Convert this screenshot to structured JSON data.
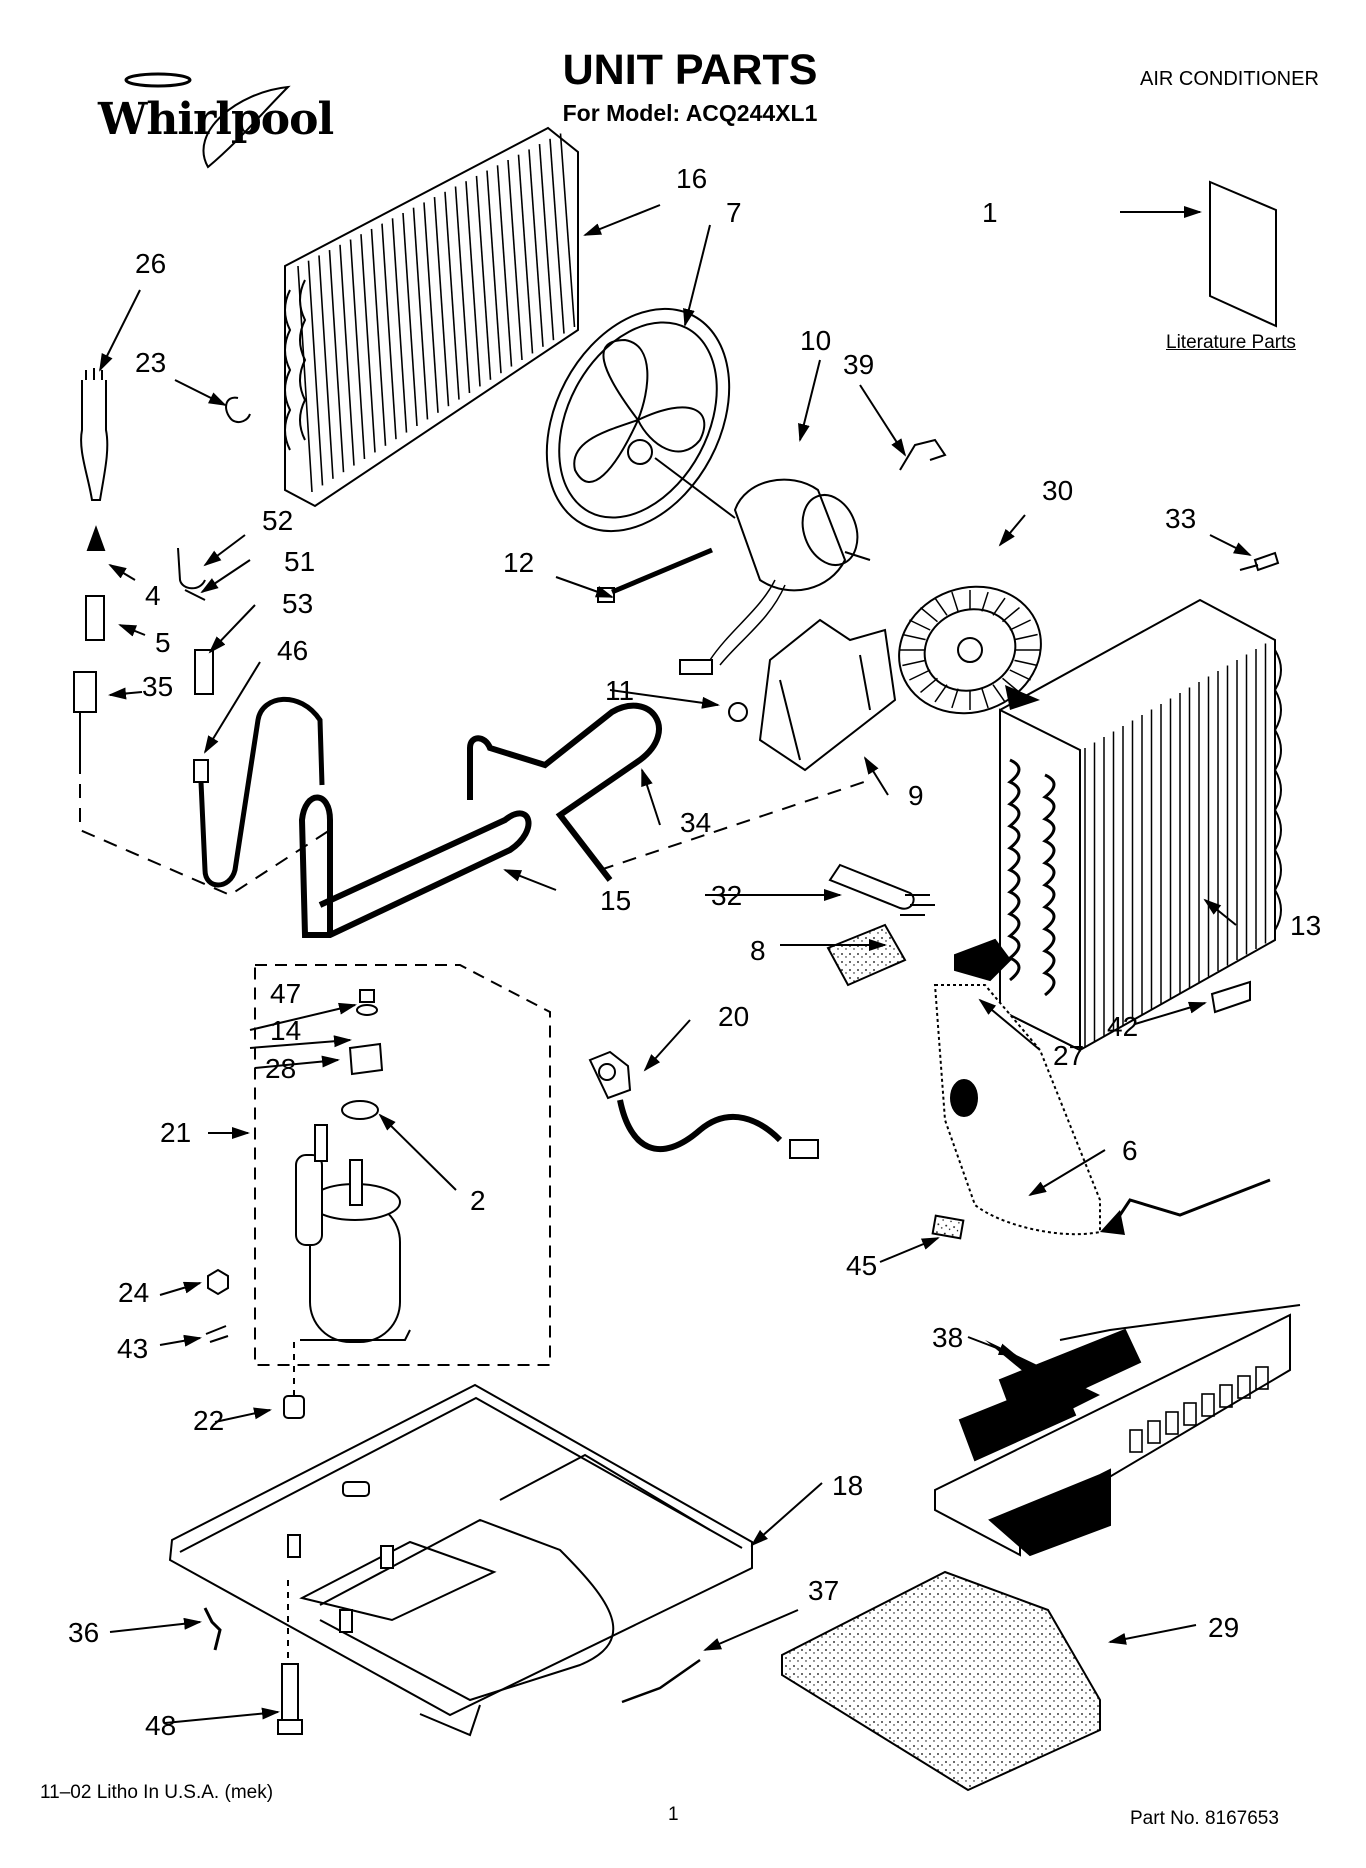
{
  "header": {
    "brand": "Whirlpool",
    "title": "UNIT PARTS",
    "model_line": "For Model: ACQ244XL1",
    "category": "AIR CONDITIONER"
  },
  "literature_label": "Literature Parts",
  "footer": {
    "litho": "11–02 Litho In U.S.A. (mek)",
    "page": "1",
    "part_no": "Part No. 8167653"
  },
  "callouts": [
    "1",
    "2",
    "4",
    "5",
    "6",
    "7",
    "8",
    "9",
    "10",
    "11",
    "12",
    "13",
    "14",
    "15",
    "16",
    "18",
    "20",
    "21",
    "22",
    "23",
    "24",
    "26",
    "27",
    "28",
    "29",
    "30",
    "32",
    "33",
    "34",
    "35",
    "36",
    "37",
    "38",
    "39",
    "42",
    "43",
    "45",
    "46",
    "47",
    "48",
    "51",
    "52",
    "53"
  ]
}
